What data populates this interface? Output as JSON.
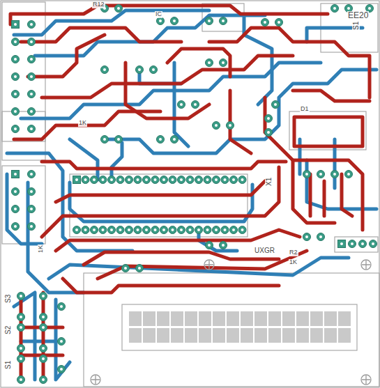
{
  "diagram": {
    "labels": [
      "R12",
      "IC",
      "EE20",
      "S1",
      "1K",
      "D1",
      "X1",
      "UXGR",
      "R2",
      "1K",
      "1K",
      "S3",
      "S2",
      "S1"
    ]
  }
}
